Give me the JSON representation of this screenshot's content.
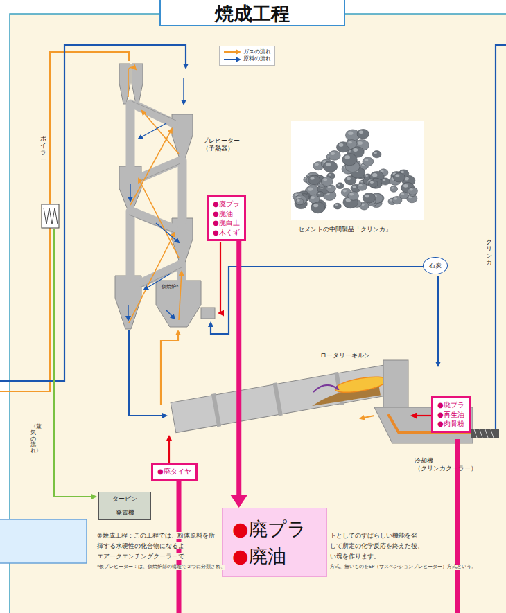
{
  "diagram": {
    "title": "焼成工程",
    "nodes": [
      {
        "text": [
          "●廃プラ",
          "●廃油",
          "●廃白土",
          "●木くず"
        ]
      },
      {
        "text": [
          "石炭"
        ]
      },
      {
        "text": [
          "●廃プラ",
          "●再生油",
          "●肉骨粉"
        ]
      },
      {
        "text": [
          "●廃タイヤ"
        ]
      },
      {
        "text": [
          "タービン"
        ]
      },
      {
        "text": [
          "発電機"
        ]
      },
      {
        "text": [
          "●廃プラ",
          "●廃油"
        ]
      }
    ],
    "edges": [
      {
        "from": 0,
        "to": 6,
        "arrow": "to"
      }
    ],
    "labels": [
      "プレヒーター （予熱器）",
      "仮焼炉*",
      "ボイラー",
      "セメントの中間製品「クリンカ」",
      "クリンカ",
      "ロータリーキルン",
      "冷却機 （クリンカクーラー）",
      "〈蒸気の流れ〉",
      "②焼成工程：この工程では、粉体原料を所",
      "トとしてのすばらしい機能を発",
      "揮する水硬性の化合物になるよ",
      "して所定の化学反応を終えた後、",
      "エアークエンチングクーラーで",
      "い塊を作ります。",
      "*仮プレヒーター：は、仮焼炉部の構造で２つに分類され、",
      "方式、無いものをSP（サスペンションプレヒーター）方式という。"
    ],
    "legend": [
      {
        "text": "ガスの流れ"
      },
      {
        "text": "原料の流れ"
      }
    ]
  }
}
